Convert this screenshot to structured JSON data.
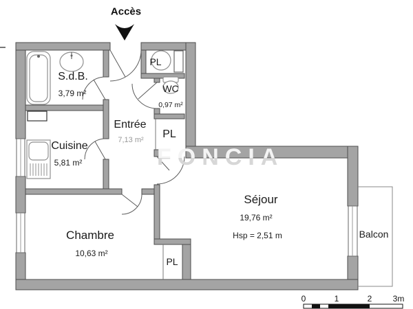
{
  "access": {
    "label": "Accès"
  },
  "rooms": {
    "sdb": {
      "name": "S.d.B.",
      "area": "3,79 m²"
    },
    "cuisine": {
      "name": "Cuisine",
      "area": "5,81 m²"
    },
    "entree": {
      "name": "Entrée",
      "area": "7,13 m²"
    },
    "wc": {
      "name": "WC",
      "area": "0,97 m²"
    },
    "chambre": {
      "name": "Chambre",
      "area": "10,63 m²"
    },
    "sejour": {
      "name": "Séjour",
      "area": "19,76 m²",
      "ceiling_height": "Hsp = 2,51 m"
    },
    "balcon": {
      "name": "Balcon"
    }
  },
  "closets": {
    "pl_top": "PL",
    "pl_entree": "PL",
    "pl_chambre": "PL"
  },
  "watermark": "FONCIA",
  "scale_bar": {
    "labels": [
      "0",
      "1",
      "2",
      "3m"
    ]
  },
  "icons": {
    "access_arrow": "down-arrow",
    "bathtub": "bathtub-icon",
    "washbasin": "washbasin-icon",
    "water_heater": "water-heater-icon",
    "toilet": "toilet-icon",
    "kitchen_sink": "kitchen-sink-icon"
  },
  "colors": {
    "wall_fill": "#a4a4a4",
    "wall_edge": "#4c4c4c",
    "text": "#1a1a1a",
    "fixture_stroke": "#8f8f8f",
    "watermark_on_wall": "#f4f4f4",
    "watermark_off_wall": "#d7d7d7"
  }
}
